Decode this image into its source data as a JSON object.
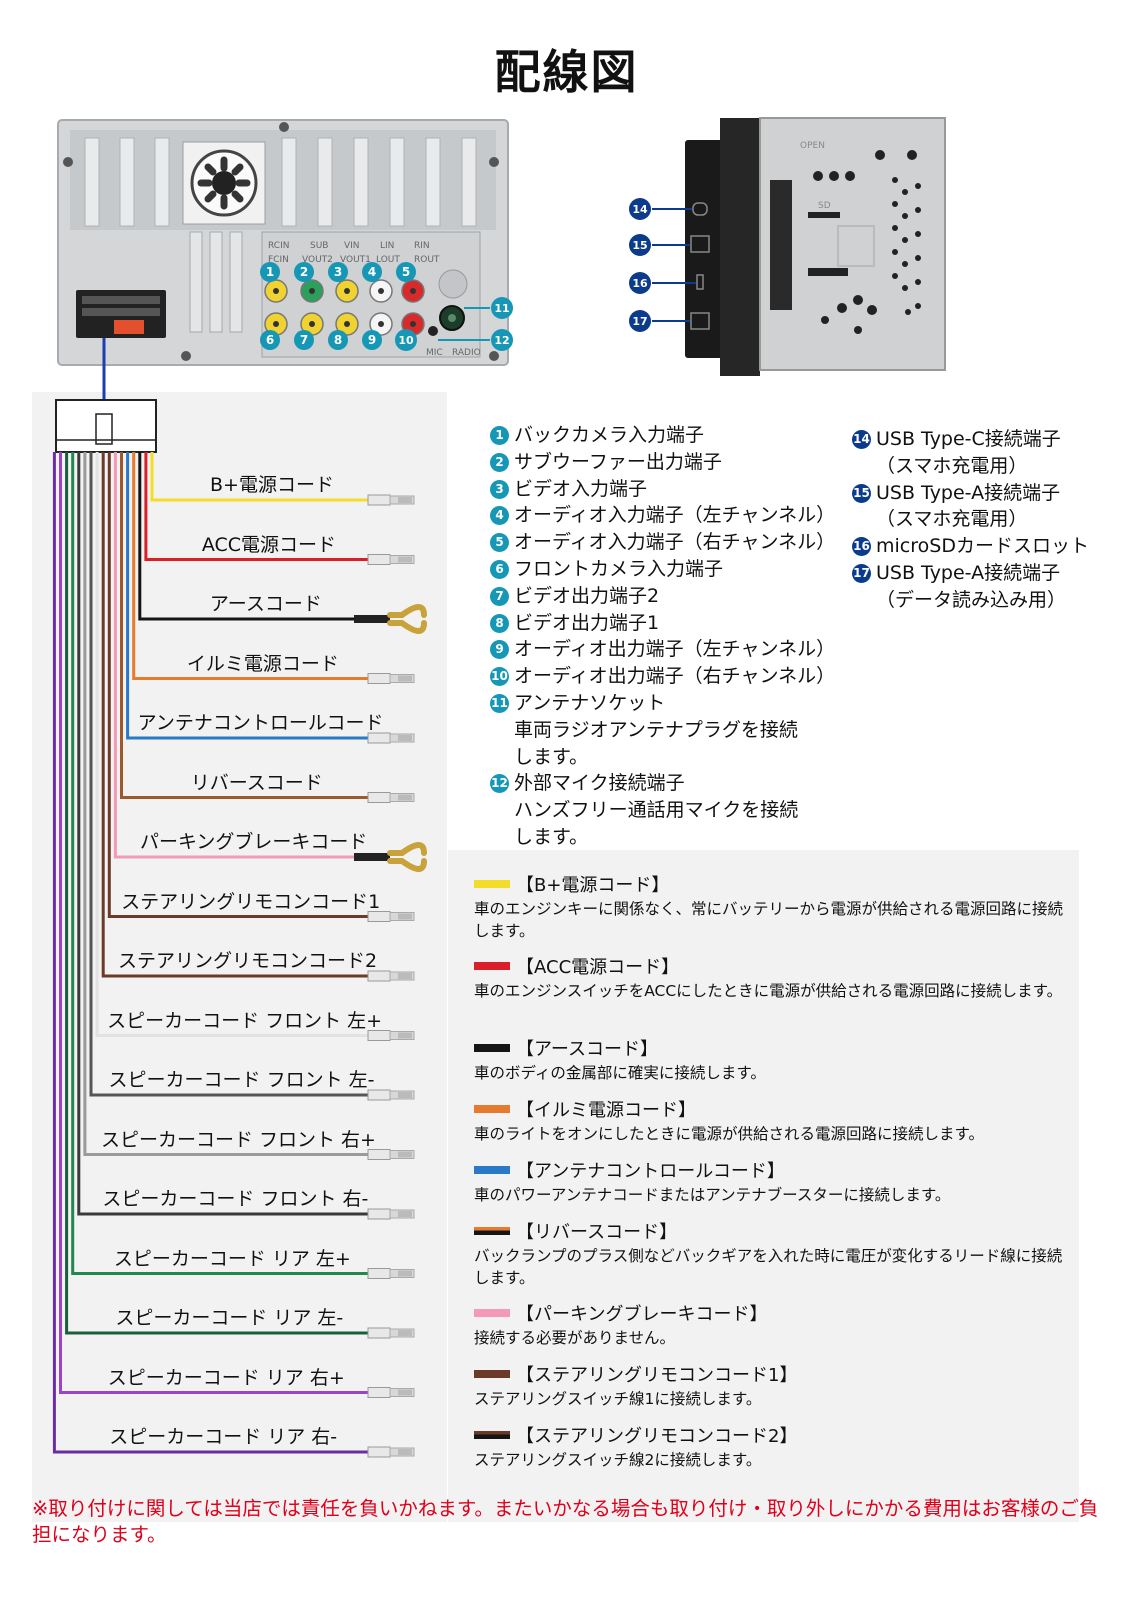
{
  "title": "配線図",
  "port_labels_rear": {
    "row1": [
      "RCIN",
      "SUB",
      "VIN",
      "LIN",
      "RIN"
    ],
    "row2": [
      "FCIN",
      "VOUT2",
      "VOUT1",
      "LOUT",
      "ROUT"
    ],
    "bottom": [
      "MIC",
      "RADIO"
    ]
  },
  "side_labels": {
    "open": "OPEN",
    "sd": "SD"
  },
  "port_numbers": [
    "1",
    "2",
    "3",
    "4",
    "5",
    "6",
    "7",
    "8",
    "9",
    "10",
    "11",
    "12",
    "14",
    "15",
    "16",
    "17"
  ],
  "ports_left": [
    {
      "num": "1",
      "lines": [
        "バックカメラ入力端子"
      ]
    },
    {
      "num": "2",
      "lines": [
        "サブウーファー出力端子"
      ]
    },
    {
      "num": "3",
      "lines": [
        "ビデオ入力端子"
      ]
    },
    {
      "num": "4",
      "lines": [
        "オーディオ入力端子（左チャンネル）"
      ]
    },
    {
      "num": "5",
      "lines": [
        "オーディオ入力端子（右チャンネル）"
      ]
    },
    {
      "num": "6",
      "lines": [
        "フロントカメラ入力端子"
      ]
    },
    {
      "num": "7",
      "lines": [
        "ビデオ出力端子2"
      ]
    },
    {
      "num": "8",
      "lines": [
        "ビデオ出力端子1"
      ]
    },
    {
      "num": "9",
      "lines": [
        "オーディオ出力端子（左チャンネル）"
      ]
    },
    {
      "num": "10",
      "lines": [
        "オーディオ出力端子（右チャンネル）"
      ]
    },
    {
      "num": "11",
      "lines": [
        "アンテナソケット",
        "車両ラジオアンテナプラグを接続",
        "します。"
      ]
    },
    {
      "num": "12",
      "lines": [
        "外部マイク接続端子",
        "ハンズフリー通話用マイクを接続",
        "します。"
      ]
    }
  ],
  "ports_right": [
    {
      "num": "14",
      "lines": [
        "USB Type-C接続端子",
        "（スマホ充電用）"
      ]
    },
    {
      "num": "15",
      "lines": [
        "USB Type-A接続端子",
        "（スマホ充電用）"
      ]
    },
    {
      "num": "16",
      "lines": [
        "microSDカードスロット"
      ]
    },
    {
      "num": "17",
      "lines": [
        "USB Type-A接続端子",
        "（データ読み込み用）"
      ]
    }
  ],
  "wires": [
    {
      "label": "B+電源コード",
      "color": "#f4dc2a",
      "stripe": "",
      "end": "plug"
    },
    {
      "label": "ACC電源コード",
      "color": "#d9202a",
      "stripe": "",
      "end": "plug"
    },
    {
      "label": "アースコード",
      "color": "#151515",
      "stripe": "",
      "end": "fork"
    },
    {
      "label": "イルミ電源コード",
      "color": "#e67a2e",
      "stripe": "",
      "end": "plug"
    },
    {
      "label": "アンテナコントロールコード",
      "color": "#2879c8",
      "stripe": "",
      "end": "plug"
    },
    {
      "label": "リバースコード",
      "color": "#9c5a2a",
      "stripe": "",
      "end": "plug"
    },
    {
      "label": "パーキングブレーキコード",
      "color": "#f39ab7",
      "stripe": "",
      "end": "fork"
    },
    {
      "label": "ステアリングリモコンコード1",
      "color": "#6b3a28",
      "stripe": "",
      "end": "plug"
    },
    {
      "label": "ステアリングリモコンコード2",
      "color": "#6b3a28",
      "stripe": "",
      "end": "plug"
    },
    {
      "label": "スピーカーコード フロント 左+",
      "color": "#e2e2e2",
      "stripe": "",
      "end": "plug"
    },
    {
      "label": "スピーカーコード フロント 左-",
      "color": "#555555",
      "stripe": "",
      "end": "plug"
    },
    {
      "label": "スピーカーコード フロント 右+",
      "color": "#9a9a9a",
      "stripe": "",
      "end": "plug"
    },
    {
      "label": "スピーカーコード フロント 右-",
      "color": "#3a3a3a",
      "stripe": "",
      "end": "plug"
    },
    {
      "label": "スピーカーコード リア 左+",
      "color": "#1f8a4c",
      "stripe": "",
      "end": "plug"
    },
    {
      "label": "スピーカーコード リア 左-",
      "color": "#17603a",
      "stripe": "",
      "end": "plug"
    },
    {
      "label": "スピーカーコード リア 右+",
      "color": "#9a44c8",
      "stripe": "",
      "end": "plug"
    },
    {
      "label": "スピーカーコード リア 右-",
      "color": "#6b2ea0",
      "stripe": "",
      "end": "plug"
    }
  ],
  "legend": [
    {
      "title": "【B+電源コード】",
      "color": "#f4dc2a",
      "stripe": "",
      "desc": "車のエンジンキーに関係なく、常にバッテリーから電源が供給される電源回路に接続します。"
    },
    {
      "title": "【ACC電源コード】",
      "color": "#d9202a",
      "stripe": "",
      "desc": "車のエンジンスイッチをACCにしたときに電源が供給される電源回路に接続します。"
    },
    {
      "title": "【アースコード】",
      "color": "#151515",
      "stripe": "",
      "desc": "車のボディの金属部に確実に接続します。"
    },
    {
      "title": "【イルミ電源コード】",
      "color": "#e67a2e",
      "stripe": "",
      "desc": "車のライトをオンにしたときに電源が供給される電源回路に接続します。"
    },
    {
      "title": "【アンテナコントロールコード】",
      "color": "#2879c8",
      "stripe": "",
      "desc": "車のパワーアンテナコードまたはアンテナブースターに接続します。"
    },
    {
      "title": "【リバースコード】",
      "color": "#e67a2e",
      "stripe": "#151515",
      "desc": "バックランプのプラス側などバックギアを入れた時に電圧が変化するリード線に接続します。"
    },
    {
      "title": "【パーキングブレーキコード】",
      "color": "#f39ab7",
      "stripe": "",
      "desc": "接続する必要がありません。"
    },
    {
      "title": "【ステアリングリモコンコード1】",
      "color": "#6b3a28",
      "stripe": "",
      "desc": "ステアリングスイッチ線1に接続します。"
    },
    {
      "title": "【ステアリングリモコンコード2】",
      "color": "#6b3a28",
      "stripe": "#151515",
      "desc": "ステアリングスイッチ線2に接続します。"
    }
  ],
  "notice": "※取り付けに関しては当店では責任を負いかねます。またいかなる場合も取り付け・取り外しにかかる費用はお客様のご負担になります。"
}
